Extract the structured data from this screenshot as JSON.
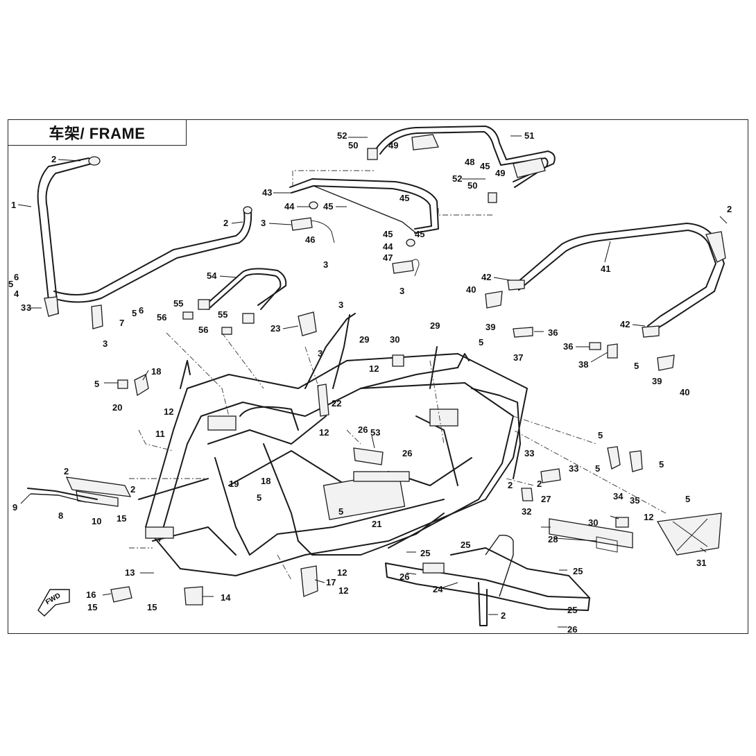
{
  "title": "车架/ FRAME",
  "fwd_label": "FWD",
  "callouts": [
    {
      "id": "c1",
      "text": "1"
    },
    {
      "id": "c2a",
      "text": "2"
    },
    {
      "id": "c2b",
      "text": "2"
    },
    {
      "id": "c3a",
      "text": "3"
    },
    {
      "id": "c4",
      "text": "4"
    },
    {
      "id": "c5a",
      "text": "5"
    },
    {
      "id": "c6a",
      "text": "6"
    },
    {
      "id": "c3b",
      "text": "3"
    },
    {
      "id": "c5b",
      "text": "5"
    },
    {
      "id": "c6b",
      "text": "6"
    },
    {
      "id": "c7",
      "text": "7"
    },
    {
      "id": "c3c",
      "text": "3"
    },
    {
      "id": "c3d",
      "text": "3"
    },
    {
      "id": "c46",
      "text": "46"
    },
    {
      "id": "c3e",
      "text": "3"
    },
    {
      "id": "c43",
      "text": "43"
    },
    {
      "id": "c44a",
      "text": "44"
    },
    {
      "id": "c45a",
      "text": "45"
    },
    {
      "id": "c45b",
      "text": "45"
    },
    {
      "id": "c52a",
      "text": "52"
    },
    {
      "id": "c50a",
      "text": "50"
    },
    {
      "id": "c49a",
      "text": "49"
    },
    {
      "id": "c51",
      "text": "51"
    },
    {
      "id": "c48",
      "text": "48"
    },
    {
      "id": "c45c",
      "text": "45"
    },
    {
      "id": "c49b",
      "text": "49"
    },
    {
      "id": "c52b",
      "text": "52"
    },
    {
      "id": "c50b",
      "text": "50"
    },
    {
      "id": "c45d",
      "text": "45"
    },
    {
      "id": "c44b",
      "text": "44"
    },
    {
      "id": "c45e",
      "text": "45"
    },
    {
      "id": "c47",
      "text": "47"
    },
    {
      "id": "c3f",
      "text": "3"
    },
    {
      "id": "c2c",
      "text": "2"
    },
    {
      "id": "c41",
      "text": "41"
    },
    {
      "id": "c42a",
      "text": "42"
    },
    {
      "id": "c42b",
      "text": "42"
    },
    {
      "id": "c40a",
      "text": "40"
    },
    {
      "id": "c39a",
      "text": "39"
    },
    {
      "id": "c54",
      "text": "54"
    },
    {
      "id": "c55a",
      "text": "55"
    },
    {
      "id": "c56a",
      "text": "56"
    },
    {
      "id": "c55b",
      "text": "55"
    },
    {
      "id": "c56b",
      "text": "56"
    },
    {
      "id": "c23",
      "text": "23"
    },
    {
      "id": "c3g",
      "text": "3"
    },
    {
      "id": "c3h",
      "text": "3"
    },
    {
      "id": "c29a",
      "text": "29"
    },
    {
      "id": "c30a",
      "text": "30"
    },
    {
      "id": "c29b",
      "text": "29"
    },
    {
      "id": "c12a",
      "text": "12"
    },
    {
      "id": "c5c",
      "text": "5"
    },
    {
      "id": "c36a",
      "text": "36"
    },
    {
      "id": "c37",
      "text": "37"
    },
    {
      "id": "c36b",
      "text": "36"
    },
    {
      "id": "c38",
      "text": "38"
    },
    {
      "id": "c5d",
      "text": "5"
    },
    {
      "id": "c39b",
      "text": "39"
    },
    {
      "id": "c40b",
      "text": "40"
    },
    {
      "id": "c18a",
      "text": "18"
    },
    {
      "id": "c5e",
      "text": "5"
    },
    {
      "id": "c20",
      "text": "20"
    },
    {
      "id": "c12b",
      "text": "12"
    },
    {
      "id": "c11",
      "text": "11"
    },
    {
      "id": "c22",
      "text": "22"
    },
    {
      "id": "c12c",
      "text": "12"
    },
    {
      "id": "c26a",
      "text": "26"
    },
    {
      "id": "c53",
      "text": "53"
    },
    {
      "id": "c26b",
      "text": "26"
    },
    {
      "id": "c9",
      "text": "9"
    },
    {
      "id": "c2d",
      "text": "2"
    },
    {
      "id": "c2e",
      "text": "2"
    },
    {
      "id": "c8",
      "text": "8"
    },
    {
      "id": "c10",
      "text": "10"
    },
    {
      "id": "c15a",
      "text": "15"
    },
    {
      "id": "c19",
      "text": "19"
    },
    {
      "id": "c18b",
      "text": "18"
    },
    {
      "id": "c5f",
      "text": "5"
    },
    {
      "id": "c5g",
      "text": "5"
    },
    {
      "id": "c21",
      "text": "21"
    },
    {
      "id": "c33a",
      "text": "33"
    },
    {
      "id": "c33b",
      "text": "33"
    },
    {
      "id": "c2f",
      "text": "2"
    },
    {
      "id": "c2g",
      "text": "2"
    },
    {
      "id": "c27",
      "text": "27"
    },
    {
      "id": "c32",
      "text": "32"
    },
    {
      "id": "c5h",
      "text": "5"
    },
    {
      "id": "c5i",
      "text": "5"
    },
    {
      "id": "c5j",
      "text": "5"
    },
    {
      "id": "c34",
      "text": "34"
    },
    {
      "id": "c35",
      "text": "35"
    },
    {
      "id": "c5k",
      "text": "5"
    },
    {
      "id": "c30b",
      "text": "30"
    },
    {
      "id": "c12d",
      "text": "12"
    },
    {
      "id": "c28",
      "text": "28"
    },
    {
      "id": "c31",
      "text": "31"
    },
    {
      "id": "c13",
      "text": "13"
    },
    {
      "id": "c16",
      "text": "16"
    },
    {
      "id": "c15b",
      "text": "15"
    },
    {
      "id": "c15c",
      "text": "15"
    },
    {
      "id": "c14",
      "text": "14"
    },
    {
      "id": "c12e",
      "text": "12"
    },
    {
      "id": "c17",
      "text": "17"
    },
    {
      "id": "c12f",
      "text": "12"
    },
    {
      "id": "c25a",
      "text": "25"
    },
    {
      "id": "c25b",
      "text": "25"
    },
    {
      "id": "c26c",
      "text": "26"
    },
    {
      "id": "c24",
      "text": "24"
    },
    {
      "id": "c25c",
      "text": "25"
    },
    {
      "id": "c25d",
      "text": "25"
    },
    {
      "id": "c2h",
      "text": "2"
    },
    {
      "id": "c26d",
      "text": "26"
    }
  ]
}
